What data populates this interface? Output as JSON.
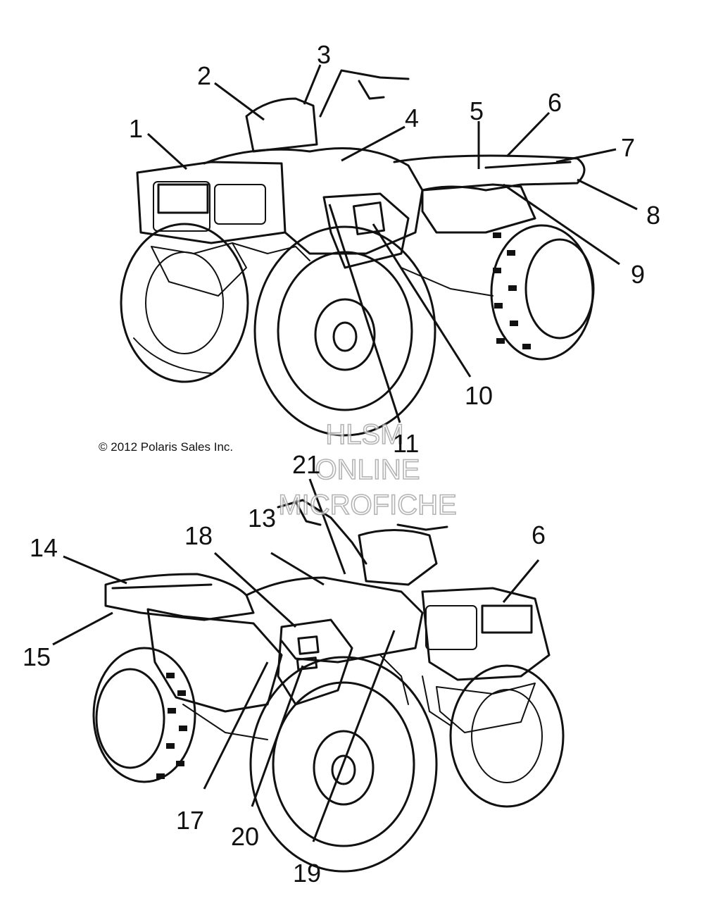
{
  "copyright": "© 2012 Polaris Sales Inc.",
  "watermark": [
    "HLSM",
    "ONLINE",
    "MICROFICHE"
  ],
  "callouts": {
    "c1": "1",
    "c2": "2",
    "c3": "3",
    "c4": "4",
    "c5": "5",
    "c6a": "6",
    "c7": "7",
    "c8": "8",
    "c9": "9",
    "c10": "10",
    "c11": "11",
    "c21": "21",
    "c14": "14",
    "c18": "18",
    "c13": "13",
    "c6b": "6",
    "c15": "15",
    "c17": "17",
    "c20": "20",
    "c19": "19"
  }
}
